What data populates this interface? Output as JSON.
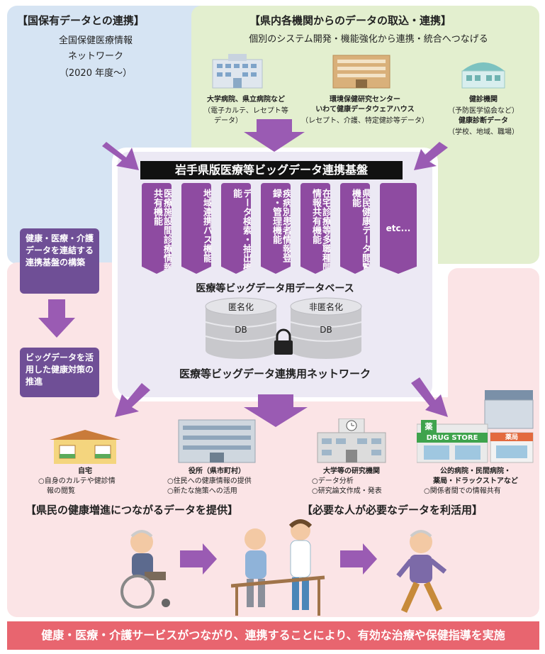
{
  "national": {
    "heading": "【国保有データとの連携】",
    "line1": "全国保健医療情報",
    "line2": "ネットワーク",
    "line3": "（2020 年度～）"
  },
  "prefecture": {
    "heading": "【県内各機関からのデータの取込・連携】",
    "subtitle": "個別のシステム開発・機能強化から連携・統合へつなげる",
    "sources": [
      {
        "name": "大学病院、県立病院など",
        "detail1": "（電子カルテ、レセプト等",
        "detail2": "データ）"
      },
      {
        "name": "環境保健研究センター",
        "name2": "いわて健康データウェアハウス",
        "detail1": "（レセプト、介護、特定健診等データ）"
      },
      {
        "name": "健診機関",
        "detail1": "（予防医学協会など）",
        "name2": "健康診断データ",
        "detail2": "（学校、地域、職場）"
      }
    ]
  },
  "platform": {
    "title": "岩手県版医療等ビッグデータ連携基盤",
    "functions": [
      "医療施設間診療情報共有機能",
      "地域連携パス機能",
      "データ検索・抽出機能",
      "疾病別患者情報登録・管理機能",
      "在宅診療等多職種間情報共有機能",
      "県民健康データ閲覧機能",
      "etc..."
    ],
    "db_label": "医療等ビッグデータ用データベース",
    "db_left_label": "匿名化",
    "db_right_label": "非匿名化",
    "db_text": "DB",
    "network_label": "医療等ビッグデータ連携用ネットワーク"
  },
  "side": {
    "box1": "健康・医療・介護データを連結する連携基盤の構築",
    "box2": "ビッグデータを活用した健康対策の推進"
  },
  "destinations": [
    {
      "name": "自宅",
      "b1": "○自身のカルテや健診情",
      "b2": "報の閲覧"
    },
    {
      "name": "役所（県市町村）",
      "b1": "○住民への健康情報の提供",
      "b2": "○新たな施策への活用"
    },
    {
      "name": "大学等の研究機関",
      "b1": "○データ分析",
      "b2": "○研究論文作成・発表"
    },
    {
      "name": "公的病院・民間病院・",
      "name2": "薬局・ドラックストアなど",
      "b1": "○関係者間での情報共有"
    }
  ],
  "store_sign": "DRUG STORE",
  "store_mark": "薬",
  "pharmacy_sign": "薬局",
  "caption_left": "【県民の健康増進につながるデータを提供】",
  "caption_right": "【必要な人が必要なデータを利活用】",
  "banner": "健康・医療・介護サービスがつながり、連携することにより、有効な治療や保健指導を実施",
  "colors": {
    "purple": "#8e4ba1",
    "dark_purple": "#6f4f96",
    "pink": "#fbe4e6",
    "blue": "#d6e4f3",
    "green": "#e3efcf",
    "banner": "#e8656f"
  }
}
